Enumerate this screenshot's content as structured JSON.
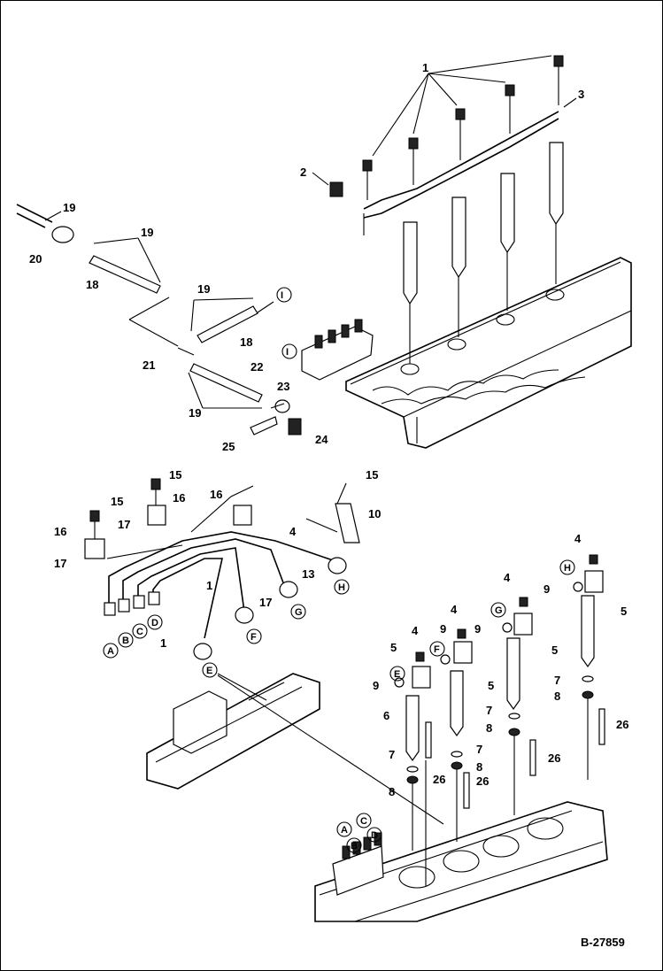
{
  "diagram": {
    "reference": "B-27859",
    "top_labels": [
      "1",
      "2",
      "3",
      "19",
      "19",
      "20",
      "18",
      "19",
      "18",
      "21",
      "22",
      "19",
      "23",
      "25",
      "24"
    ],
    "mid_labels": [
      "15",
      "16",
      "15",
      "16",
      "15",
      "17",
      "17",
      "10",
      "4",
      "13",
      "1",
      "17",
      "1"
    ],
    "bottom_labels": [
      "4",
      "4",
      "4",
      "4",
      "9",
      "5",
      "9",
      "5",
      "9",
      "5",
      "9",
      "5",
      "7",
      "8",
      "26",
      "7",
      "8",
      "26",
      "7",
      "8",
      "26",
      "7",
      "8",
      "26",
      "6"
    ],
    "circle_letters": [
      "A",
      "B",
      "C",
      "D",
      "E",
      "F",
      "G",
      "H",
      "I"
    ]
  }
}
